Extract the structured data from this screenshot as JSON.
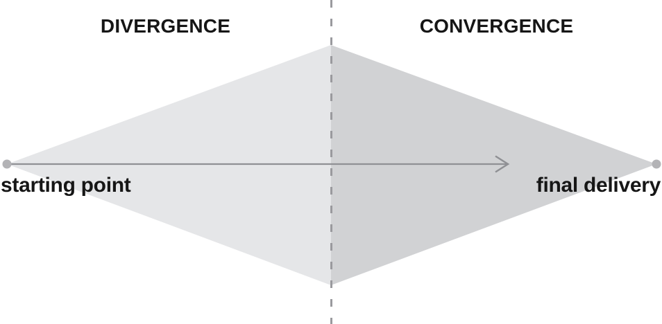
{
  "diagram": {
    "labels": {
      "divergence": "DIVERGENCE",
      "convergence": "CONVERGENCE",
      "starting_point": "starting point",
      "final_delivery": "final delivery"
    },
    "colors": {
      "background": "#ffffff",
      "divergence_fill": "#e5e6e8",
      "convergence_fill": "#d1d2d4",
      "dashed_divider": "#9a9a9e",
      "arrow_line": "#8f9094",
      "endpoint_dot": "#b3b3b6",
      "label_text": "#161616"
    }
  }
}
